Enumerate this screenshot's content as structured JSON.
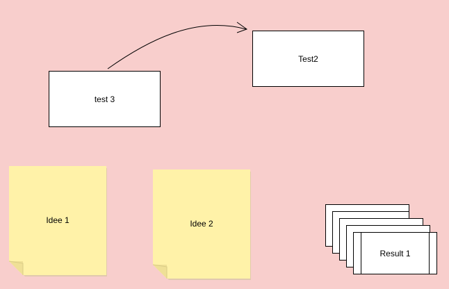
{
  "colors": {
    "canvas_background": "#f8cecc",
    "box_fill": "#ffffff",
    "stroke": "#000000",
    "note_fill": "#fff2a8"
  },
  "shapes": {
    "test3": {
      "label": "test 3"
    },
    "test2": {
      "label": "Test2"
    },
    "idee1": {
      "label": "Idee 1"
    },
    "idee2": {
      "label": "Idee 2"
    },
    "result1": {
      "label": "Result 1"
    }
  },
  "connectors": [
    {
      "from": "test 3",
      "to": "Test2",
      "style": "curved-open-arrow"
    }
  ]
}
